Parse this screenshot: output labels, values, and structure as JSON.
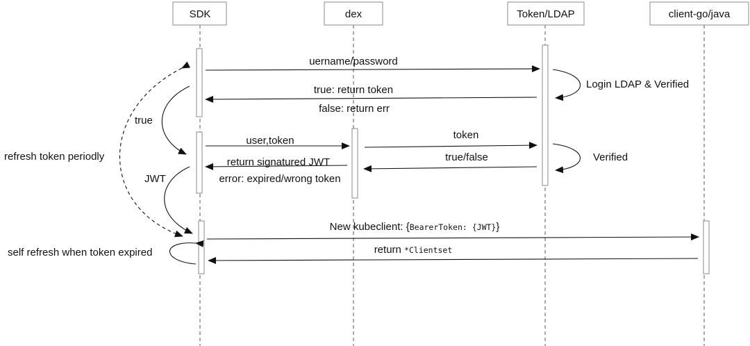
{
  "participants": [
    {
      "id": "sdk",
      "label": "SDK"
    },
    {
      "id": "dex",
      "label": "dex"
    },
    {
      "id": "ldap",
      "label": "Token/LDAP"
    },
    {
      "id": "client",
      "label": "client-go/java"
    }
  ],
  "messages": {
    "m1": "uername/password",
    "m2": "true: return token",
    "m3": "false: return err",
    "m4": "user,token",
    "m5": "token",
    "m6": "true/false",
    "m7": "return signatured JWT",
    "m8": "error: expired/wrong token",
    "m9_prefix": "New kubeclient: {",
    "m9_code": "BearerToken: {JWT}",
    "m9_suffix": "}",
    "m10_prefix": "return ",
    "m10_code": "*Clientset"
  },
  "notes": {
    "login": "Login LDAP & Verified",
    "verified": "Verified",
    "true_label": "true",
    "jwt_label": "JWT",
    "refresh": "refresh token periodly",
    "self_refresh": "self refresh when token expired"
  }
}
